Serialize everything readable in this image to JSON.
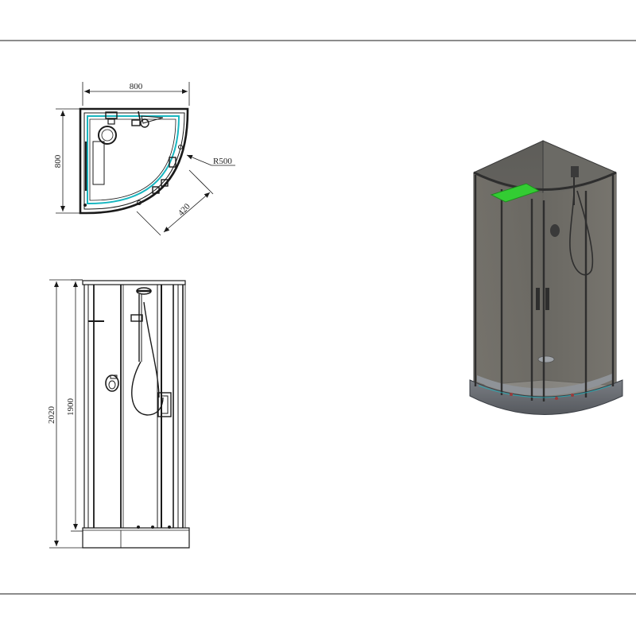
{
  "drawing": {
    "plan_view": {
      "width_dimension": "800",
      "depth_dimension": "800",
      "radius_dimension": "R500",
      "diagonal_dimension": "420"
    },
    "front_view": {
      "total_height_dimension": "2020",
      "door_height_dimension": "1900"
    },
    "colors": {
      "outline": "#1a1a1a",
      "glass_edge_accent": "#18b6c0",
      "render_glass": "#6e6c66",
      "render_tray": "#6b6e72",
      "render_panel": "#33cc33"
    }
  }
}
